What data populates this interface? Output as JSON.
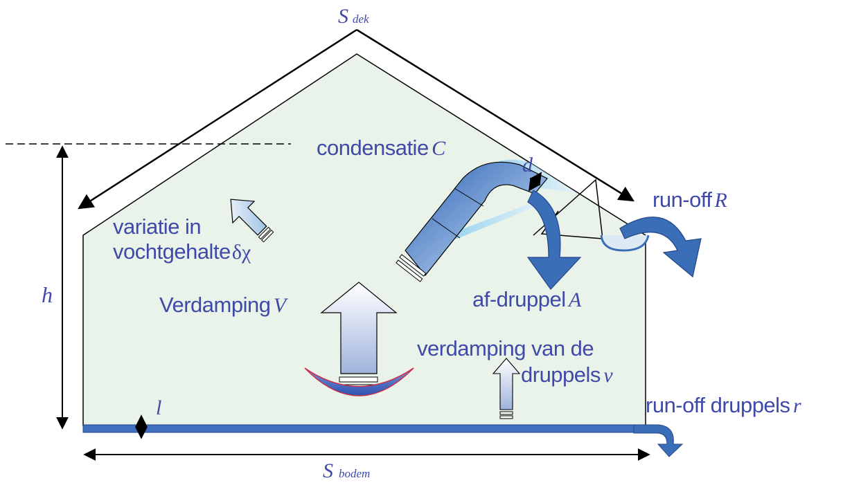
{
  "labels": {
    "s_dek": {
      "symbol": "S",
      "subscript": "dek"
    },
    "s_bodem": {
      "symbol": "S",
      "subscript": "bodem"
    },
    "h": "h",
    "l": "l",
    "d": "d",
    "condensatie": {
      "text": "condensatie",
      "symbol": "C"
    },
    "runoff": {
      "text": "run-off",
      "symbol": "R"
    },
    "variatie": {
      "line1": "variatie in",
      "line2": "vochtgehalte",
      "symbol": "δχ"
    },
    "verdamping": {
      "text": "Verdamping",
      "symbol": "V"
    },
    "afdruppel": {
      "text": "af-druppel",
      "symbol": "A"
    },
    "verdamping_druppels": {
      "line1": "verdamping van de",
      "line2": "druppels",
      "symbol": "v"
    },
    "runoff_druppels": {
      "text": "run-off druppels",
      "symbol": "r"
    }
  },
  "colors": {
    "interior": "#eaf3ea",
    "label": "#3f4aa8",
    "flow_arrow": "#3a6fb8",
    "floor_bar": "#3f6fbf",
    "dish_red": "#c8304a",
    "dish_blue": "#4a6fc0",
    "outline": "#000000"
  },
  "icons": {
    "humidity_arrow": "up-left-arrow-icon",
    "evaporation_arrow": "up-arrow-icon",
    "droplet_evaporation_arrow": "small-up-arrow-icon",
    "condensation_arrow": "curved-arrow-icon",
    "drip_arrow": "curved-down-arrow-icon",
    "runoff_arrow": "curved-right-arrow-icon",
    "gutter": "gutter-icon",
    "evaporation_dish": "dish-icon"
  }
}
